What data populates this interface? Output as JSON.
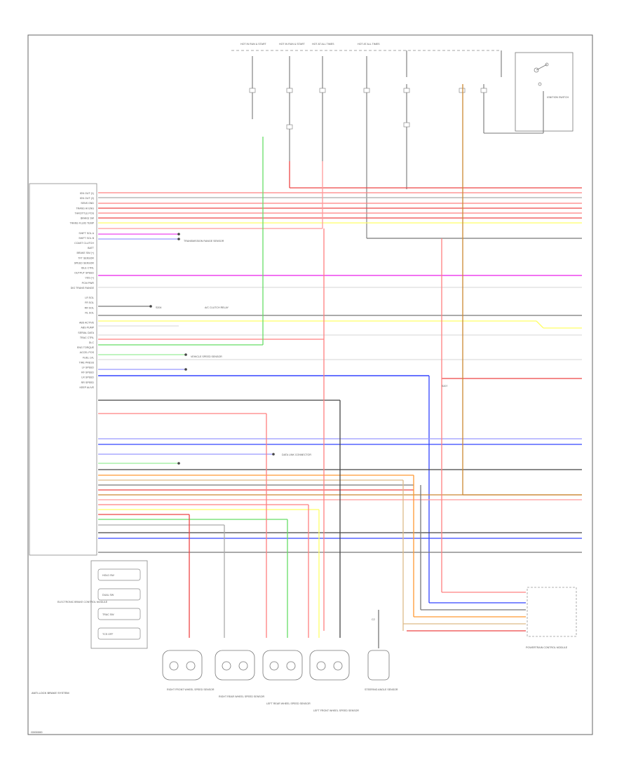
{
  "diagram_id": "G000000",
  "colors": {
    "blk_wht": "#444444",
    "red": "#ff8080",
    "red_blk": "#ee4444",
    "yel": "#ffff66",
    "grn": "#66dd66",
    "lt_grn": "#99ee99",
    "blu": "#3344ff",
    "lt_blu": "#9999ff",
    "vio": "#ee44ee",
    "pnk": "#ff9999",
    "org": "#ff9933",
    "brn": "#cc8833",
    "gry": "#aaaaaa",
    "wht": "#dddddd",
    "tan": "#ddbb88"
  },
  "fuses": [
    "HOT IN RUN & START",
    "HOT IN RUN & START",
    "HOT AT ALL TIMES",
    "HOT AT ALL TIMES"
  ],
  "splice_labels": [
    "S204",
    "S207",
    "C2"
  ],
  "ignition_switch_label": "IGNITION SWITCH",
  "left_connector": {
    "pins": [
      "IGN OUT (1)",
      "IGN OUT (2)",
      "SENS GND",
      "TRANS HI ENG",
      "THROTTLE POS",
      "BRAKE SW",
      "TRANS FLUID TEMP",
      "",
      "SHIFT SOL A",
      "SHIFT SOL B",
      "COAST CLUTCH",
      "BATT",
      "BRAKE SW (+)",
      "TFT SENSOR",
      "SPEED SENSOR",
      "IDLE CTRL",
      "OUTPUT SPEED",
      "VSS (+)",
      "PCM PWR",
      "DIG TRANS RANGE",
      "",
      "LR SOL",
      "FR SOL",
      "RR SOL",
      "RL SOL",
      "",
      "ABS ACTIVE",
      "ABS PUMP",
      "SERIAL DATA",
      "TRAC CTRL",
      "DLC",
      "ENG TORQUE",
      "ACCEL POS",
      "FUEL LVL",
      "TIRE PRESS",
      "LF SPEED",
      "RF SPEED",
      "LR SPEED",
      "RR SPEED",
      "KEEP ALIVE"
    ]
  },
  "annotations": [
    "A/C CLUTCH RELAY",
    "VEHICLE SPEED SENSOR",
    "TRANSMISSION RANGE SENSOR",
    "DATA LINK CONNECTOR"
  ],
  "bottom_components": [
    "RIGHT FRONT WHEEL SPEED SENSOR",
    "RIGHT REAR WHEEL SPEED SENSOR",
    "LEFT REAR WHEEL SPEED SENSOR",
    "LEFT FRONT WHEEL SPEED SENSOR",
    "STEERING ANGLE SENSOR"
  ],
  "bottom_right_component": "POWERTRAIN CONTROL MODULE",
  "left_module_switches": [
    "HOLD SW",
    "DUAL SW",
    "TRAC SW",
    "TCS OFF"
  ],
  "left_module_label": "ELECTRONIC BRAKE CONTROL MODULE",
  "left_bottom_label": "ANTI-LOCK BRAKE SYSTEM"
}
